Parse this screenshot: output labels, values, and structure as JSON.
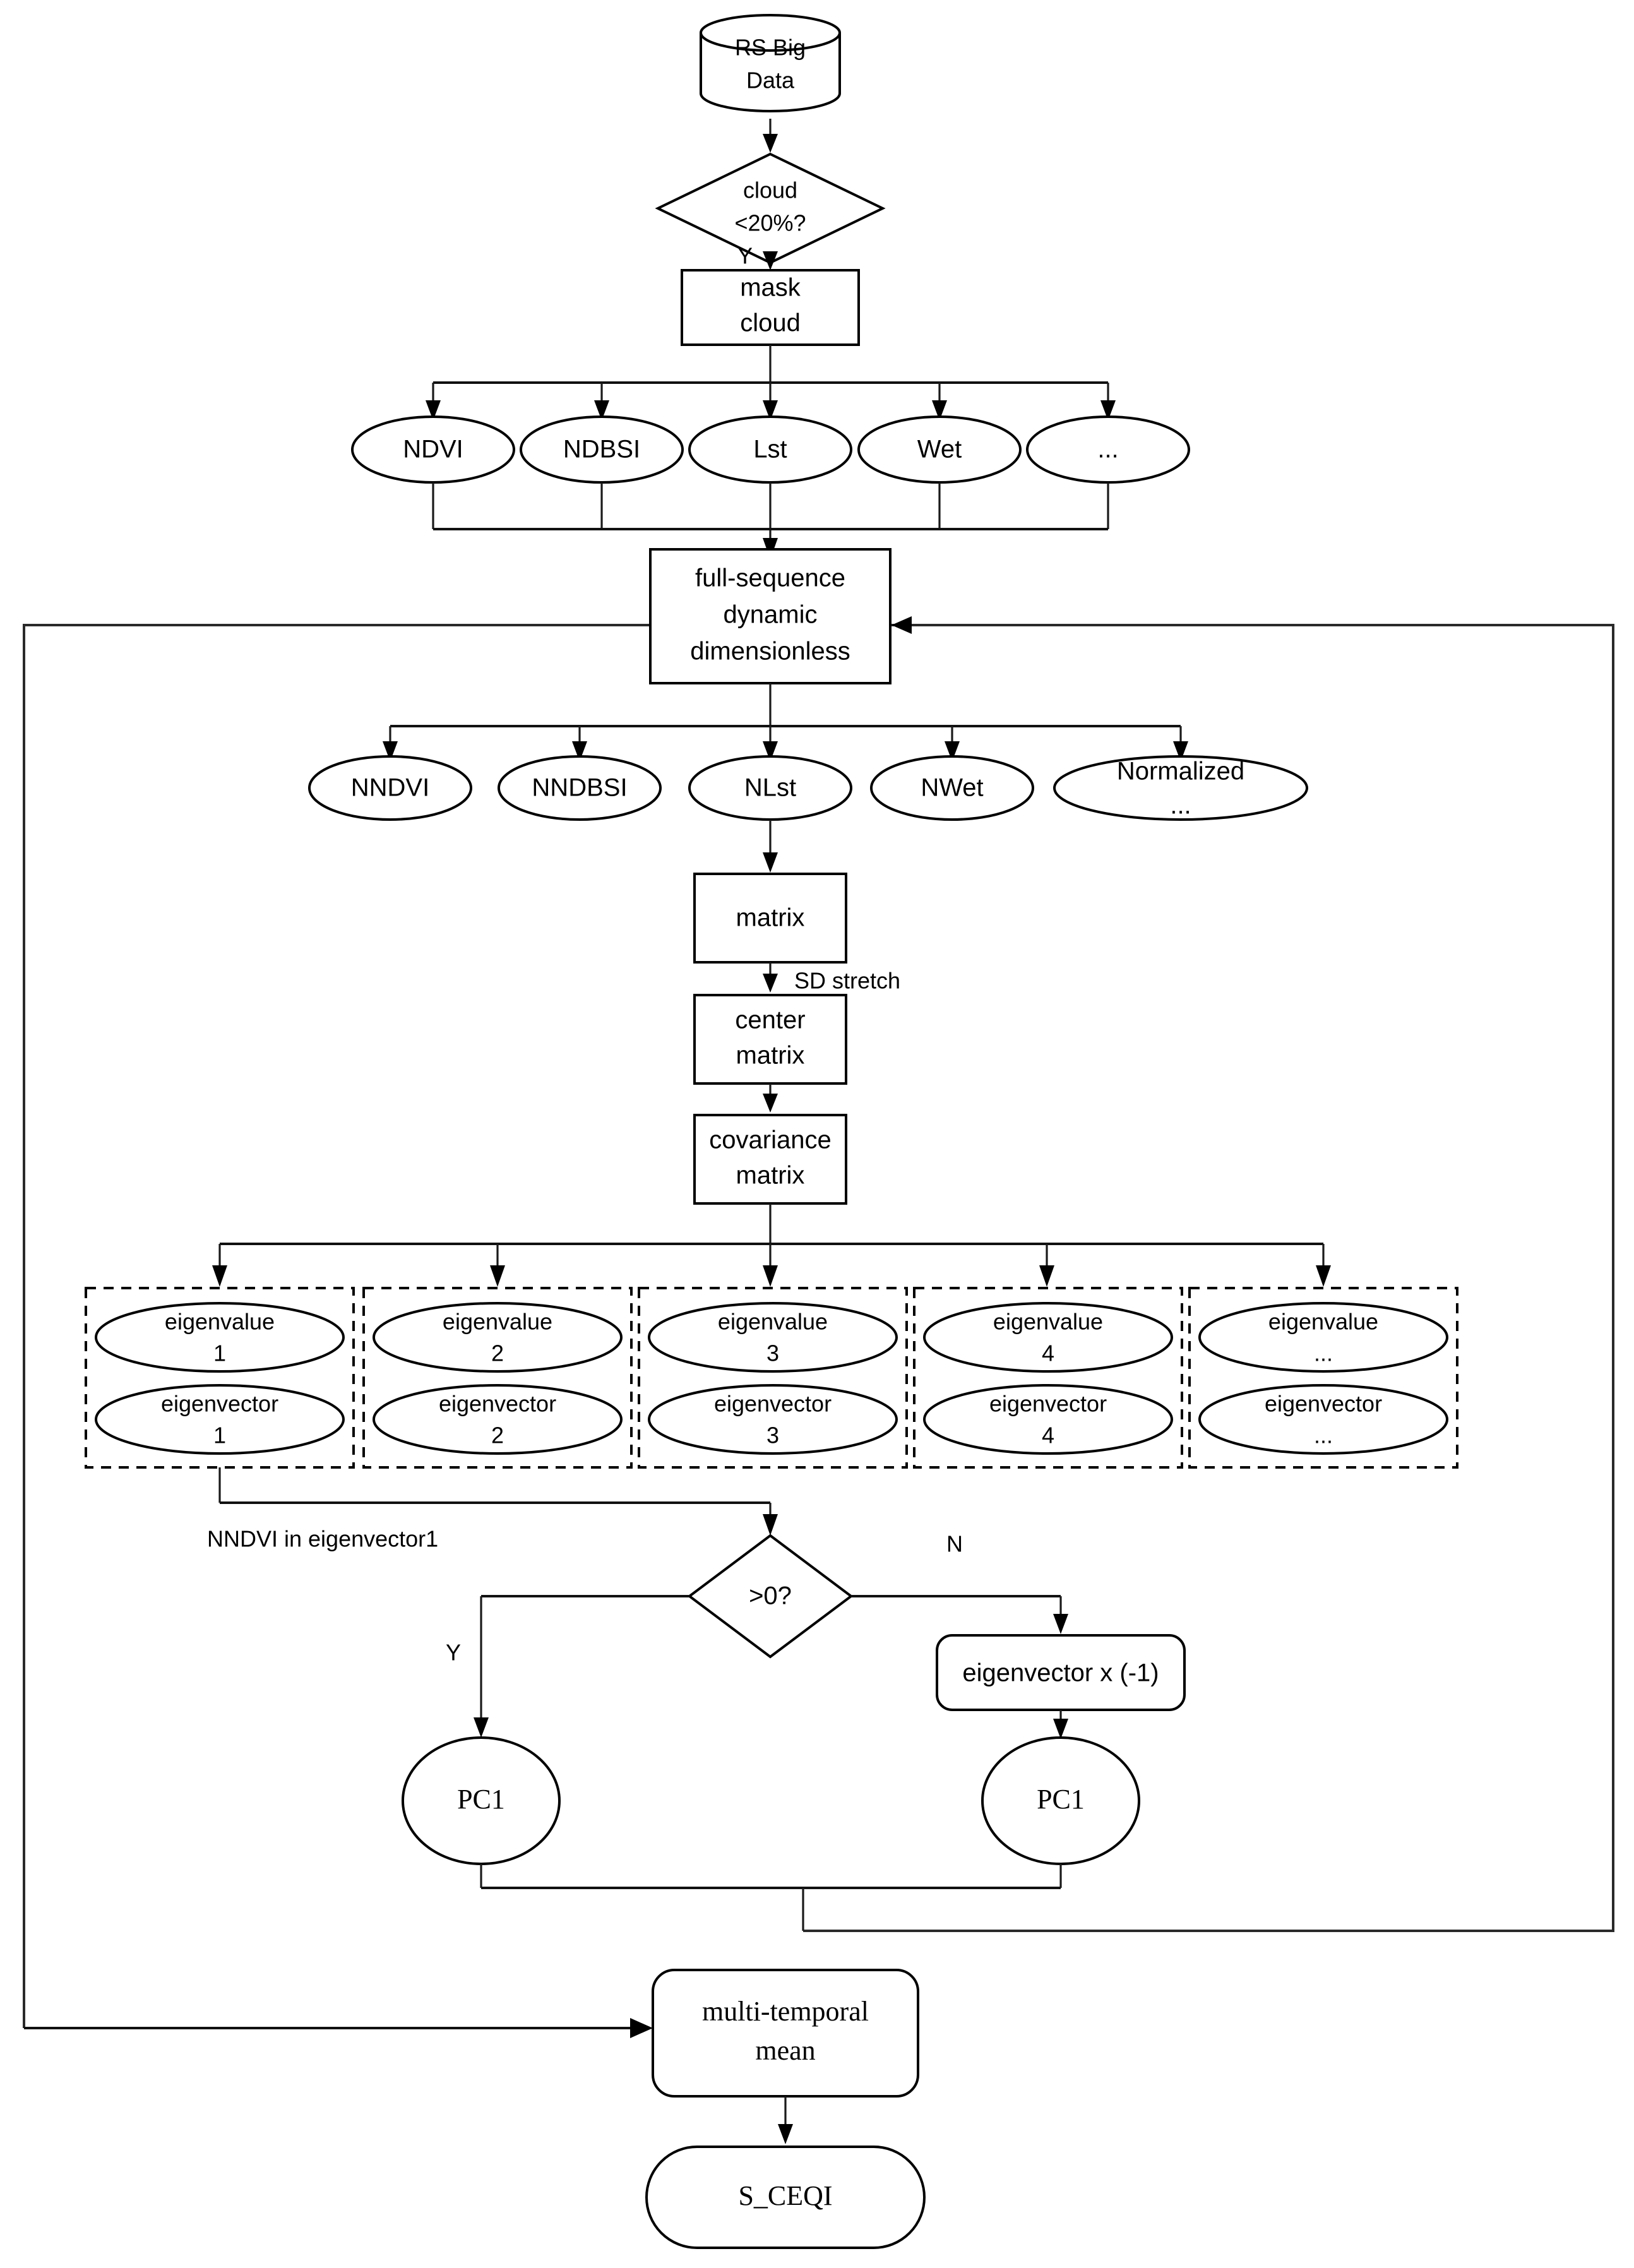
{
  "diagram": {
    "title": "S_CEQI remote sensing PCA flowchart",
    "background_color": "#ffffff",
    "stroke_color": "#000000"
  },
  "nodes": {
    "rs_big_data": {
      "label_line1": "RS Big",
      "label_line2": "Data",
      "shape": "cylinder"
    },
    "cloud_check": {
      "label_line1": "cloud",
      "label_line2": "<20%?",
      "shape": "diamond"
    },
    "mask_cloud": {
      "label_line1": "mask",
      "label_line2": "cloud",
      "shape": "rect"
    },
    "full_sequence": {
      "label_line1": "full-sequence",
      "label_line2": "dynamic",
      "label_line3": "dimensionless",
      "shape": "rect"
    },
    "matrix": {
      "label": "matrix",
      "shape": "rect"
    },
    "center_matrix": {
      "label_line1": "center",
      "label_line2": "matrix",
      "shape": "rect"
    },
    "covariance_matrix": {
      "label_line1": "covariance",
      "label_line2": "matrix",
      "shape": "rect"
    },
    "gt_zero": {
      "label": ">0?",
      "shape": "diamond"
    },
    "eigenvector_neg": {
      "label": "eigenvector x (-1)",
      "shape": "rounded-rect"
    },
    "pc1_yes": {
      "label": "PC1",
      "shape": "ellipse"
    },
    "pc1_no": {
      "label": "PC1",
      "shape": "ellipse"
    },
    "multi_temporal_mean": {
      "label_line1": "multi-temporal",
      "label_line2": "mean",
      "shape": "rounded-rect"
    },
    "s_ceqi": {
      "label": "S_CEQI",
      "shape": "stadium"
    }
  },
  "index_row": {
    "items": [
      {
        "label": "NDVI"
      },
      {
        "label": "NDBSI"
      },
      {
        "label": "Lst"
      },
      {
        "label": "Wet"
      },
      {
        "label": "..."
      }
    ]
  },
  "normalized_row": {
    "items": [
      {
        "label": "NNDVI"
      },
      {
        "label": "NNDBSI"
      },
      {
        "label": "NLst"
      },
      {
        "label": "NWet"
      },
      {
        "label_line1": "Normalized",
        "label_line2": "..."
      }
    ]
  },
  "eigen_groups": [
    {
      "value_line1": "eigenvalue",
      "value_line2": "1",
      "vector_line1": "eigenvector",
      "vector_line2": "1"
    },
    {
      "value_line1": "eigenvalue",
      "value_line2": "2",
      "vector_line1": "eigenvector",
      "vector_line2": "2"
    },
    {
      "value_line1": "eigenvalue",
      "value_line2": "3",
      "vector_line1": "eigenvector",
      "vector_line2": "3"
    },
    {
      "value_line1": "eigenvalue",
      "value_line2": "4",
      "vector_line1": "eigenvector",
      "vector_line2": "4"
    },
    {
      "value_line1": "eigenvalue",
      "value_line2": "...",
      "vector_line1": "eigenvector",
      "vector_line2": "..."
    }
  ],
  "edge_labels": {
    "cloud_yes": "Y",
    "sd_stretch": "SD stretch",
    "nndvi_in_eigenvector1": "NNDVI in eigenvector1",
    "gt_zero_no": "N",
    "gt_zero_yes": "Y"
  }
}
